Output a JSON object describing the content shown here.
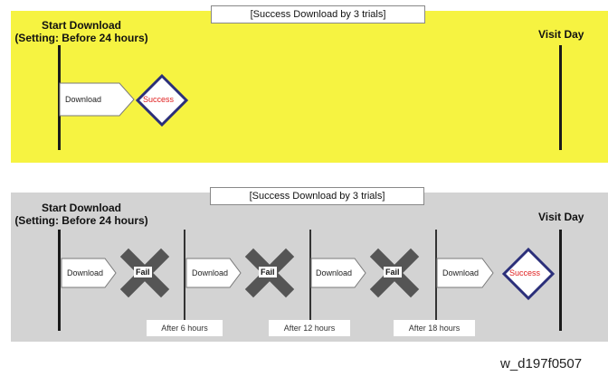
{
  "top_panel": {
    "caption": "[Success Download by 3 trials]",
    "start_label_line1": "Start Download",
    "start_label_line2": "(Setting: Before 24 hours)",
    "visit_label": "Visit Day",
    "download_label": "Download",
    "success_label": "Success"
  },
  "bottom_panel": {
    "caption": "[Success Download by 3 trials]",
    "start_label_line1": "Start Download",
    "start_label_line2": "(Setting: Before 24 hours)",
    "visit_label": "Visit Day",
    "download_labels": [
      "Download",
      "Download",
      "Download",
      "Download"
    ],
    "fail_labels": [
      "Fail",
      "Fail",
      "Fail"
    ],
    "success_label": "Success",
    "after_labels": [
      "After 6 hours",
      "After 12 hours",
      "After 18 hours"
    ]
  },
  "figure_id": "w_d197f0507",
  "colors": {
    "top_background": "#f6f341",
    "bottom_background": "#d3d3d3",
    "success_text": "#e02020",
    "diamond_border": "#2b2f7a",
    "fail_cross": "#555555"
  }
}
